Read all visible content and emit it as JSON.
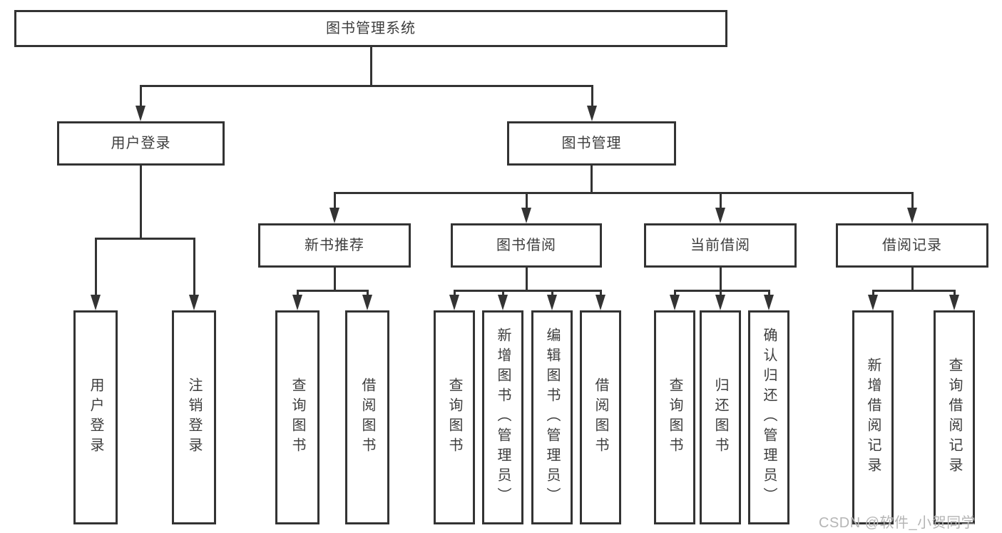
{
  "root": {
    "label": "图书管理系统"
  },
  "branches": [
    {
      "label": "用户登录",
      "children": [
        {
          "label": "用户登录"
        },
        {
          "label": "注销登录"
        }
      ]
    },
    {
      "label": "图书管理",
      "children": [
        {
          "label": "新书推荐",
          "children": [
            {
              "label": "查询图书"
            },
            {
              "label": "借阅图书"
            }
          ]
        },
        {
          "label": "图书借阅",
          "children": [
            {
              "label": "查询图书"
            },
            {
              "label": "新增图书（管理员）"
            },
            {
              "label": "编辑图书（管理员）"
            },
            {
              "label": "借阅图书"
            }
          ]
        },
        {
          "label": "当前借阅",
          "children": [
            {
              "label": "查询图书"
            },
            {
              "label": "归还图书"
            },
            {
              "label": "确认归还（管理员）"
            }
          ]
        },
        {
          "label": "借阅记录",
          "children": [
            {
              "label": "新增借阅记录"
            },
            {
              "label": "查询借阅记录"
            }
          ]
        }
      ]
    }
  ],
  "watermark": {
    "text": "CSDN @软件_小贺同学"
  },
  "colors": {
    "line": "#333333",
    "text": "#3d3d3d",
    "box_background": "#ffffff",
    "watermark": "#b5b5b5"
  }
}
